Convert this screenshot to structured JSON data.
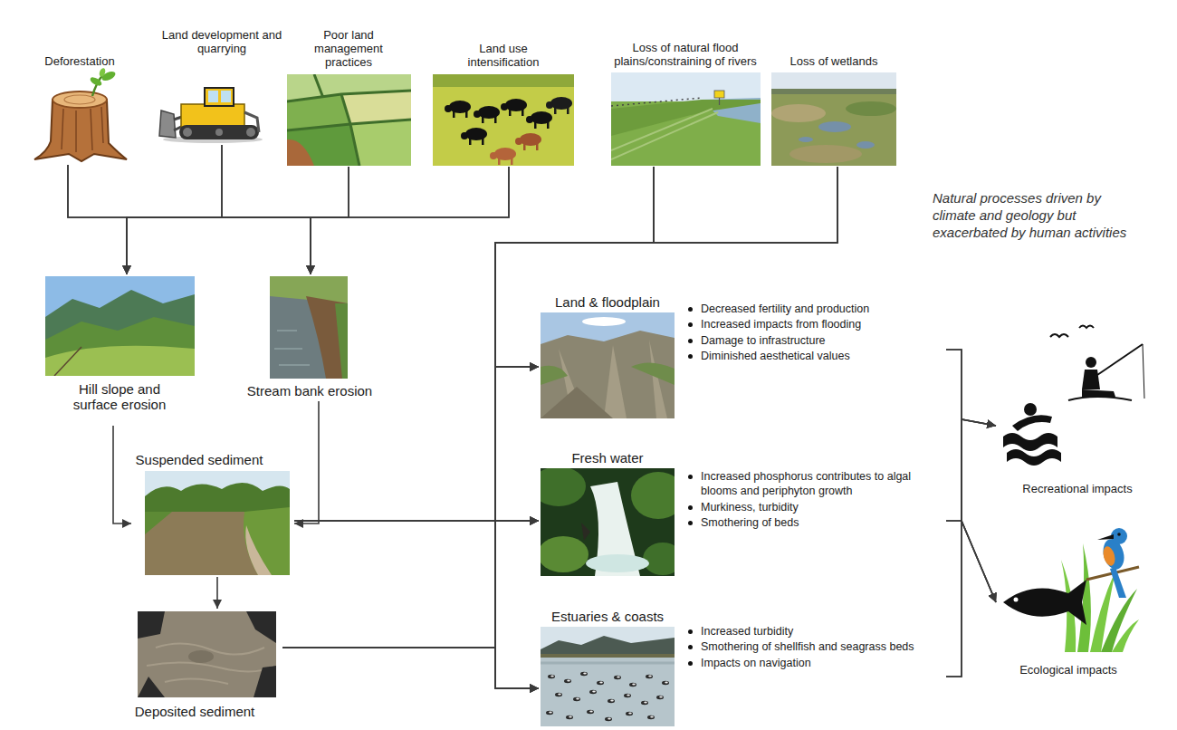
{
  "diagram": {
    "nodes": [
      {
        "text": [
          "Deforestation"
        ]
      },
      {
        "text": [
          "Land development and quarrying"
        ]
      },
      {
        "text": [
          "Poor land management practices"
        ]
      },
      {
        "text": [
          "Land use intensification"
        ]
      },
      {
        "text": [
          "Loss of natural flood plains/constraining of rivers"
        ]
      },
      {
        "text": [
          "Loss of wetlands"
        ]
      },
      {
        "text": [
          "Hill slope and surface erosion"
        ]
      },
      {
        "text": [
          "Stream bank erosion"
        ]
      },
      {
        "text": [
          "Suspended sediment"
        ]
      },
      {
        "text": [
          "Deposited sediment"
        ]
      },
      {
        "text": [
          "Land & floodplain",
          "Decreased fertility and production",
          "Increased impacts from flooding",
          "Damage to infrastructure",
          "Diminished aesthetical values"
        ]
      },
      {
        "text": [
          "Fresh water",
          "Increased phosphorus contributes to algal blooms and periphyton growth",
          "Murkiness, turbidity",
          "Smothering of beds"
        ]
      },
      {
        "text": [
          "Estuaries & coasts",
          "Increased turbidity",
          "Smothering of shellfish and seagrass beds",
          "Impacts on navigation"
        ]
      },
      {
        "text": [
          "Recreational impacts"
        ]
      },
      {
        "text": [
          "Ecological impacts"
        ]
      }
    ],
    "edges": [
      {
        "from": 0,
        "to": 6,
        "arrow": "to"
      },
      {
        "from": 0,
        "to": 7,
        "arrow": "to"
      },
      {
        "from": 1,
        "to": 6,
        "arrow": "to"
      },
      {
        "from": 1,
        "to": 7,
        "arrow": "to"
      },
      {
        "from": 2,
        "to": 6,
        "arrow": "to"
      },
      {
        "from": 2,
        "to": 7,
        "arrow": "to"
      },
      {
        "from": 3,
        "to": 6,
        "arrow": "to"
      },
      {
        "from": 3,
        "to": 7,
        "arrow": "to"
      },
      {
        "from": 6,
        "to": 8,
        "arrow": "to"
      },
      {
        "from": 7,
        "to": 8,
        "arrow": "to"
      },
      {
        "from": 8,
        "to": 9,
        "arrow": "to"
      },
      {
        "from": 4,
        "to": 10,
        "arrow": "to"
      },
      {
        "from": 4,
        "to": 11,
        "arrow": "to"
      },
      {
        "from": 4,
        "to": 12,
        "arrow": "to"
      },
      {
        "from": 5,
        "to": 10,
        "arrow": "to"
      },
      {
        "from": 5,
        "to": 11,
        "arrow": "to"
      },
      {
        "from": 5,
        "to": 12,
        "arrow": "to"
      },
      {
        "from": 8,
        "to": 10,
        "arrow": "to"
      },
      {
        "from": 8,
        "to": 11,
        "arrow": "to"
      },
      {
        "from": 8,
        "to": 12,
        "arrow": "to"
      },
      {
        "from": 9,
        "to": 10,
        "arrow": "to"
      },
      {
        "from": 9,
        "to": 11,
        "arrow": "to"
      },
      {
        "from": 9,
        "to": 12,
        "arrow": "to"
      },
      {
        "from": 10,
        "to": 13,
        "arrow": "to"
      },
      {
        "from": 10,
        "to": 14,
        "arrow": "to"
      },
      {
        "from": 11,
        "to": 13,
        "arrow": "to"
      },
      {
        "from": 11,
        "to": 14,
        "arrow": "to"
      },
      {
        "from": 12,
        "to": 13,
        "arrow": "to"
      },
      {
        "from": 12,
        "to": 14,
        "arrow": "to"
      }
    ],
    "labels": [
      "Natural processes driven by climate and geology but exacerbated by human activities"
    ]
  }
}
